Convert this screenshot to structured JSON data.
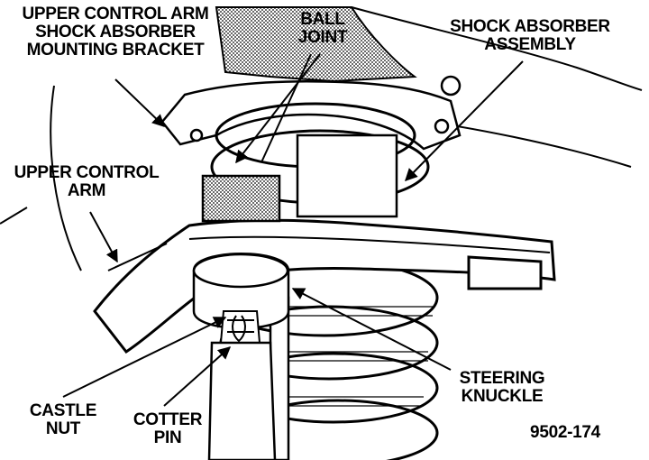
{
  "labels": {
    "upper_control_arm_bracket": [
      "UPPER CONTROL ARM",
      "SHOCK ABSORBER",
      "MOUNTING BRACKET"
    ],
    "ball_joint": [
      "BALL",
      "JOINT"
    ],
    "shock_absorber_assembly": [
      "SHOCK ABSORBER",
      "ASSEMBLY"
    ],
    "upper_control_arm": [
      "UPPER CONTROL",
      "ARM"
    ],
    "steering_knuckle": [
      "STEERING",
      "KNUCKLE"
    ],
    "castle_nut": [
      "CASTLE",
      "NUT"
    ],
    "cotter_pin": [
      "COTTER",
      "PIN"
    ]
  },
  "figure_id": "9502-174",
  "colors": {
    "ink": "#000000",
    "paper": "#ffffff"
  }
}
